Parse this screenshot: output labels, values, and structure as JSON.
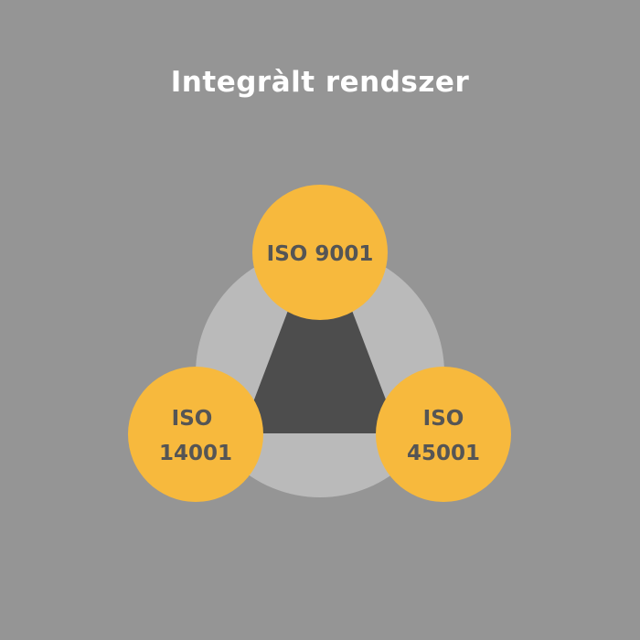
{
  "title": "Integràlt rendszer",
  "colors": {
    "background": "#959595",
    "ring": "#bababa",
    "triangle": "#4d4d4d",
    "node_fill": "#f7b93d",
    "node_text": "#555555",
    "title": "#ffffff"
  },
  "nodes": [
    {
      "id": "top",
      "lines": [
        "ISO 9001"
      ]
    },
    {
      "id": "left",
      "lines": [
        "ISO",
        "14001"
      ]
    },
    {
      "id": "right",
      "lines": [
        "ISO",
        "45001"
      ]
    }
  ]
}
